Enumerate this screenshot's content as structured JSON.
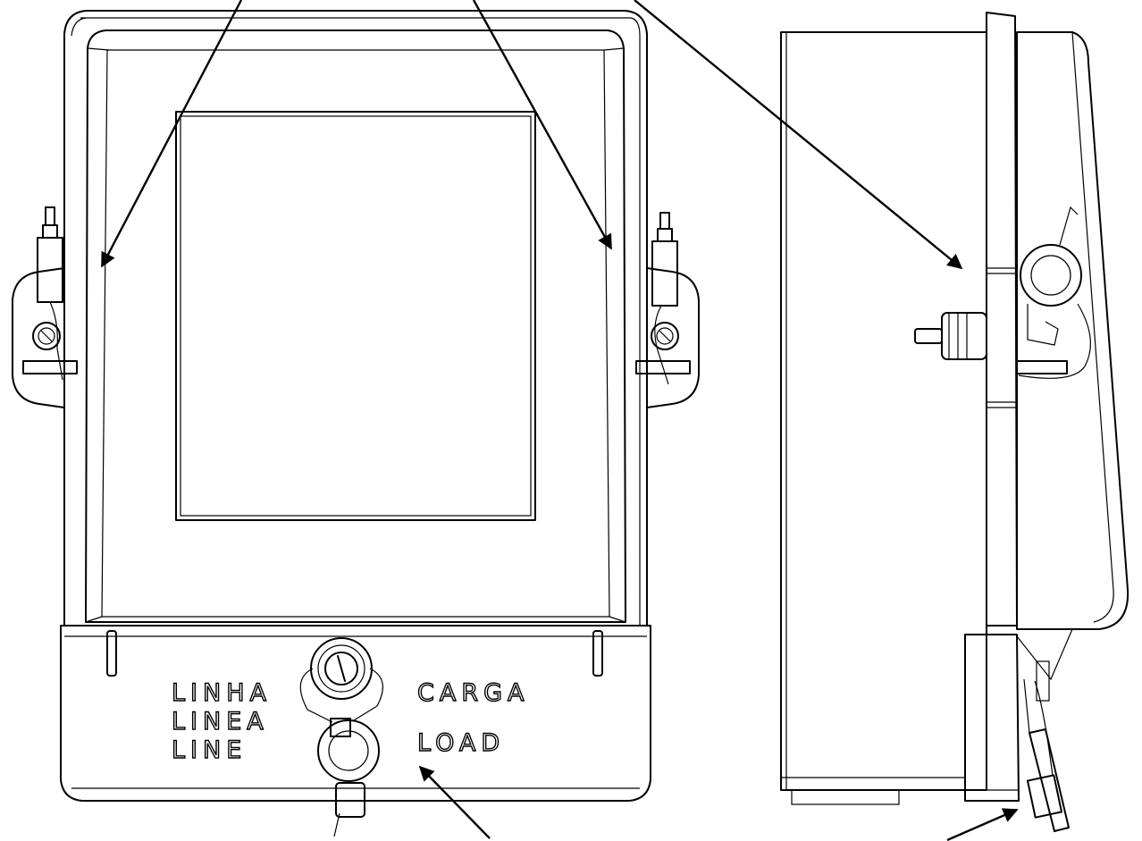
{
  "labels": {
    "line_pt": "LINHA",
    "line_es": "LINEA",
    "line_en": "LINE",
    "load_pt": "CARGA",
    "load_en": "LOAD"
  },
  "colors": {
    "stroke": "#000000",
    "background": "#ffffff"
  },
  "icons": [
    "arrow-head",
    "seal-wire",
    "terminal-cover-screw"
  ]
}
